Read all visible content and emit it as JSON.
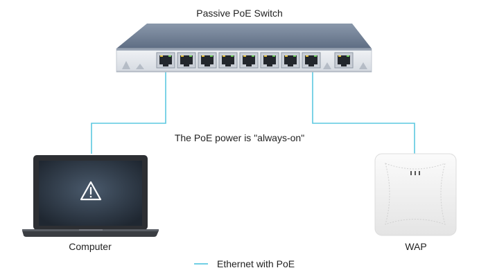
{
  "title": "Passive PoE Switch",
  "note": "The PoE power is \"always-on\"",
  "devices": {
    "computer": "Computer",
    "wap": "WAP"
  },
  "legend": {
    "label": "Ethernet with PoE",
    "color": "#5bc8e0"
  },
  "colors": {
    "switch_top": "#6e7e95",
    "switch_front": "#e6e9ee",
    "laptop_body": "#2b2d31",
    "wap_body": "#f2f2f2"
  },
  "ports": {
    "count": 9,
    "active_ports": [
      1,
      8
    ]
  }
}
